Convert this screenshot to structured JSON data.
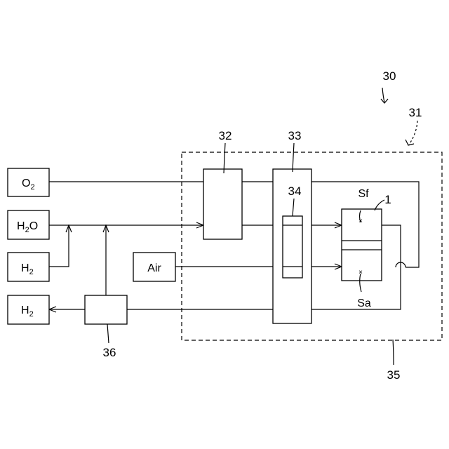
{
  "inputs": {
    "o2": {
      "main": "O",
      "sub": "2"
    },
    "h2o": {
      "main": "H",
      "sub": "2",
      "tail": "O"
    },
    "h2_in": {
      "main": "H",
      "sub": "2"
    },
    "h2_out": {
      "main": "H",
      "sub": "2"
    },
    "air": "Air"
  },
  "reference_numerals": {
    "system": "30",
    "housing": "31",
    "unit_32": "32",
    "unit_33": "33",
    "unit_34": "34",
    "enclosure": "35",
    "separator": "36",
    "cell": "1"
  },
  "electrode_labels": {
    "fuel_side": "Sf",
    "air_side": "Sa"
  }
}
